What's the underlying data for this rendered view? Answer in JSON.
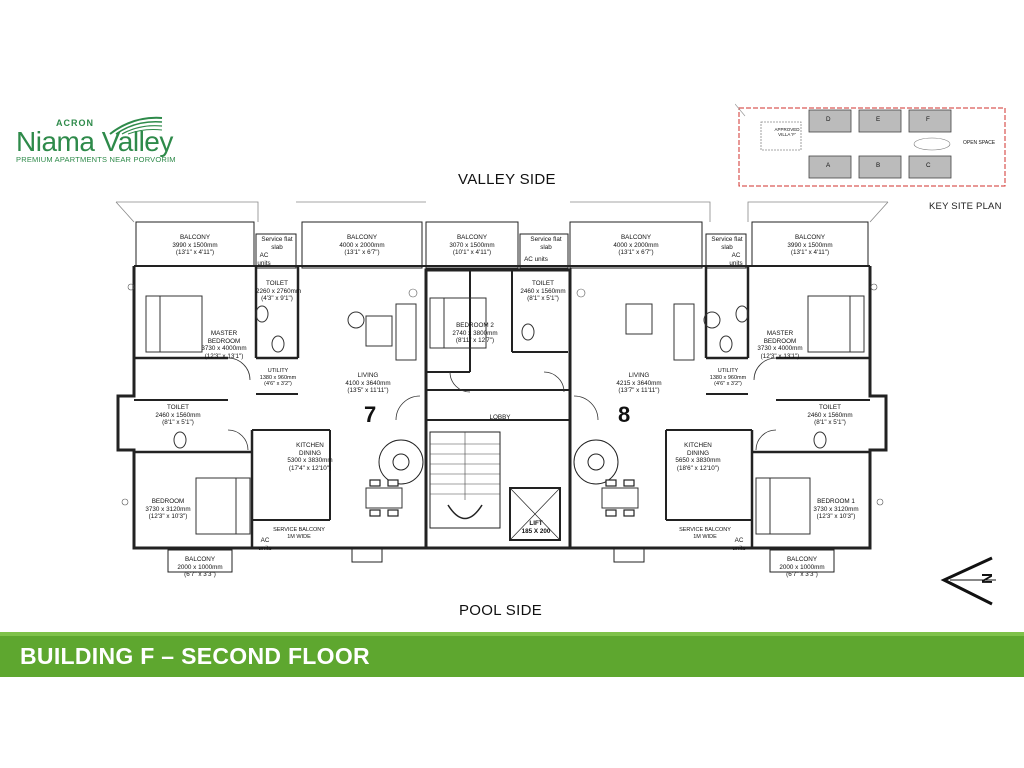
{
  "brand": {
    "company": "ACRON",
    "project": "Niama Valley",
    "tagline": "PREMIUM APARTMENTS NEAR PORVORIM"
  },
  "orientation": {
    "top_label": "VALLEY SIDE",
    "bottom_label": "POOL SIDE"
  },
  "key_site_plan": {
    "caption": "KEY SITE PLAN",
    "villa_label": "APPROVED VILLA 'F'",
    "open_space_label": "OPEN SPACE",
    "buildings_top": [
      "D",
      "E",
      "F"
    ],
    "buildings_bottom": [
      "A",
      "B",
      "C"
    ]
  },
  "banner": {
    "title": "BUILDING F –  SECOND FLOOR"
  },
  "units": {
    "left": "7",
    "right": "8"
  },
  "rooms": {
    "balcony_l": [
      "BALCONY",
      "3990 x 1500mm",
      "(13'1\" x 4'11\")"
    ],
    "service_l": [
      "Service flat",
      "slab"
    ],
    "ac_l": [
      "AC",
      "units"
    ],
    "balcony_lc": [
      "BALCONY",
      "4000 x 2000mm",
      "(13'1\" x 6'7\")"
    ],
    "balcony_c": [
      "BALCONY",
      "3070 x 1500mm",
      "(10'1\" x 4'11\")"
    ],
    "service_c": [
      "Service flat",
      "slab"
    ],
    "ac_c": [
      "AC units"
    ],
    "balcony_rc": [
      "BALCONY",
      "4000 x 2000mm",
      "(13'1\" x 6'7\")"
    ],
    "service_r": [
      "Service flat",
      "slab"
    ],
    "ac_r": [
      "AC",
      "units"
    ],
    "balcony_r": [
      "BALCONY",
      "3990 x 1500mm",
      "(13'1\" x 4'11\")"
    ],
    "toilet_l1": [
      "TOILET",
      "2260 x 2760mm",
      "(4'3\" x 9'1\")"
    ],
    "master_l": [
      "MASTER",
      "BEDROOM",
      "3730 x 4000mm",
      "(12'3\" x 13'1\")"
    ],
    "utility_l": [
      "UTILITY",
      "1380 x 960mm",
      "(4'6\" x 3'2\")"
    ],
    "living_l": [
      "LIVING",
      "4100 x 3640mm",
      "(13'5\" x 11'11\")"
    ],
    "bedroom2": [
      "BEDROOM 2",
      "2740 x 3800mm",
      "(8'11\" x 12'7\")"
    ],
    "toilet_c": [
      "TOILET",
      "2460 x 1560mm",
      "(8'1\" x 5'1\")"
    ],
    "living_r": [
      "LIVING",
      "4215 x 3640mm",
      "(13'7\" x 11'11\")"
    ],
    "utility_r": [
      "UTILITY",
      "1380 x 960mm",
      "(4'6\" x 3'2\")"
    ],
    "master_r": [
      "MASTER",
      "BEDROOM",
      "3730 x 4000mm",
      "(12'3\" x 13'1\")"
    ],
    "toilet_l2": [
      "TOILET",
      "2460 x 1560mm",
      "(8'1\" x 5'1\")"
    ],
    "toilet_r2": [
      "TOILET",
      "2460 x 1560mm",
      "(8'1\" x 5'1\")"
    ],
    "lobby": [
      "LOBBY"
    ],
    "kitchen_l": [
      "KITCHEN",
      "DINING",
      "5300 x 3830mm",
      "(17'4\" x 12'10\")"
    ],
    "kitchen_r": [
      "KITCHEN",
      "DINING",
      "5650 x 3830mm",
      "(18'6\" x 12'10\")"
    ],
    "bedroom_l": [
      "BEDROOM",
      "3730 x 3120mm",
      "(12'3\" x 10'3\")"
    ],
    "bedroom1_r": [
      "BEDROOM 1",
      "3730 x 3120mm",
      "(12'3\" x 10'3\")"
    ],
    "lift": [
      "LIFT",
      "185 X 200"
    ],
    "service_balc_l": [
      "SERVICE BALCONY",
      "1M WIDE"
    ],
    "service_balc_r": [
      "SERVICE BALCONY",
      "1M WIDE"
    ],
    "ac_bl": [
      "AC",
      "units"
    ],
    "ac_br": [
      "AC",
      "units"
    ],
    "balcony_bl": [
      "BALCONY",
      "2000 x 1000mm",
      "(6'7\" x 3'3\")"
    ],
    "balcony_br": [
      "BALCONY",
      "2000 x 1000mm",
      "(6'7\" x 3'3\")"
    ]
  },
  "north_arrow": {
    "letter": "N"
  },
  "colors": {
    "brand_green": "#2e8a4a",
    "banner_green": "#5ea72f",
    "banner_accent": "#7fc24a",
    "site_red": "#d0312d"
  }
}
